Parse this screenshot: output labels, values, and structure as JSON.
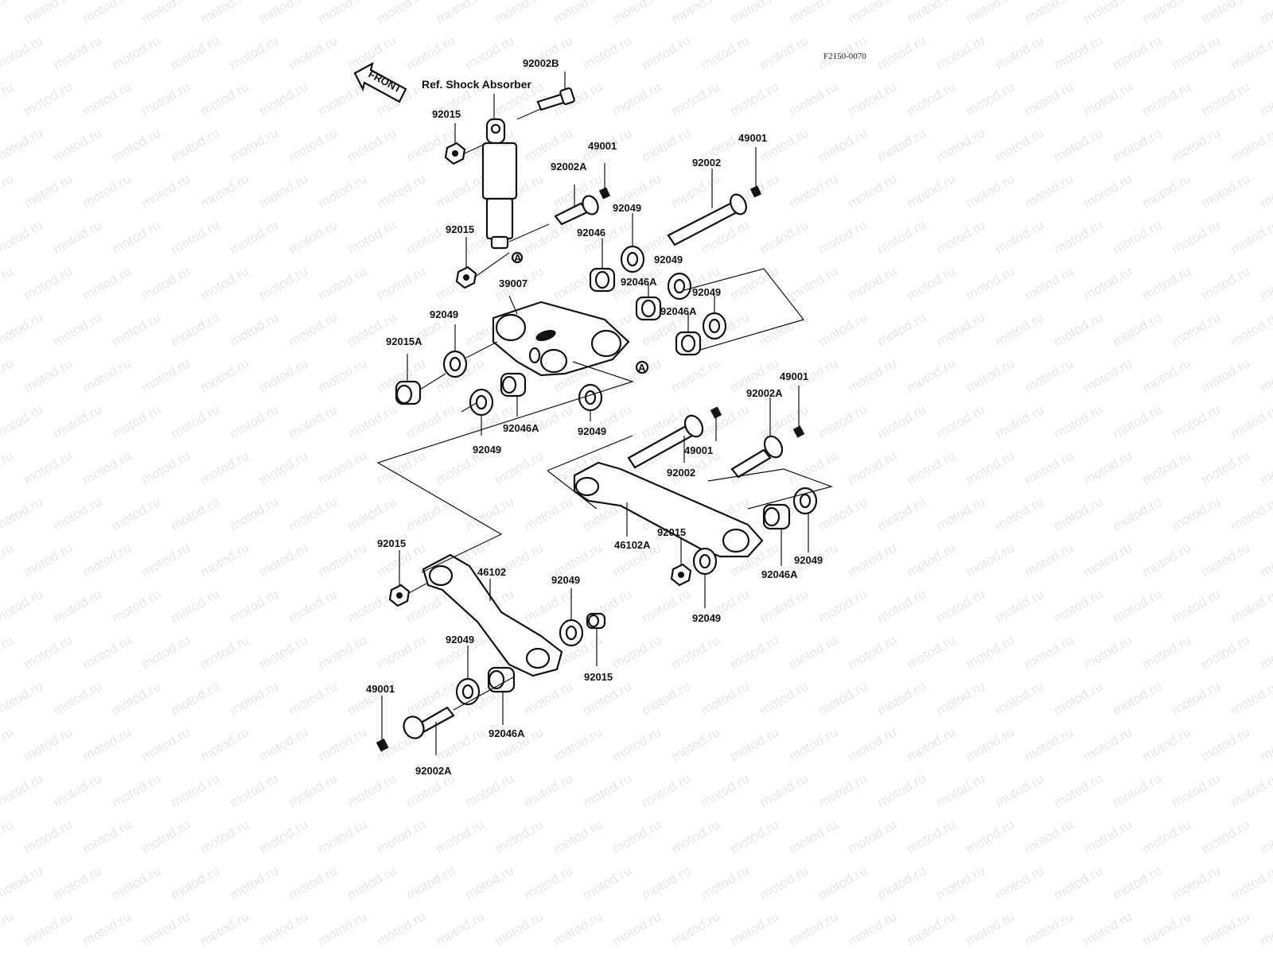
{
  "diagram": {
    "code": "F2150-0070",
    "watermark": "motod.ru",
    "front_label": "FRONT",
    "ref_label": "Ref. Shock Absorber",
    "circle_marker": "A",
    "part_labels": [
      "92002B",
      "92015",
      "49001",
      "92002A",
      "92002",
      "49001",
      "92049",
      "92015",
      "92046",
      "92049",
      "39007",
      "92046A",
      "92049",
      "92046A",
      "92049",
      "92015A",
      "92049",
      "92046A",
      "92049",
      "49001",
      "92002A",
      "49001",
      "92002",
      "46102A",
      "92015",
      "92049",
      "92046A",
      "92049",
      "92015",
      "46102",
      "92049",
      "92049",
      "92015",
      "49001",
      "92046A",
      "92002A"
    ]
  }
}
